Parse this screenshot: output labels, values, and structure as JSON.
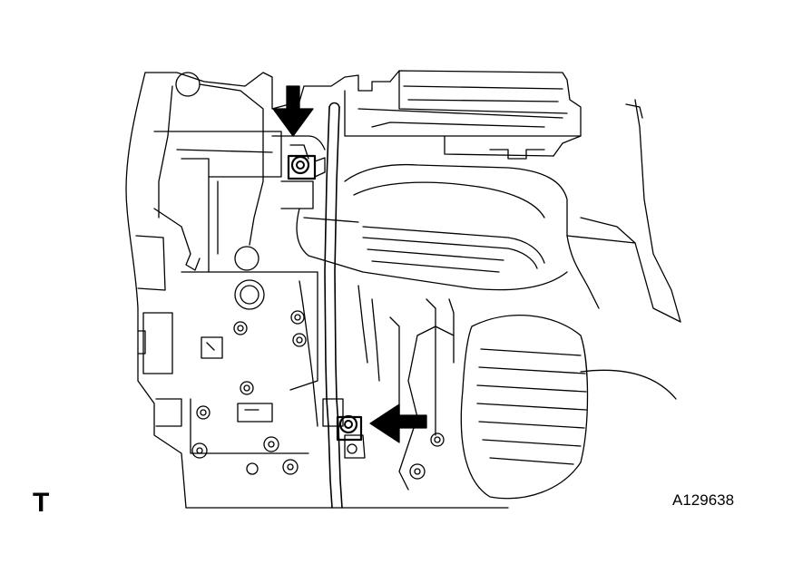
{
  "diagram": {
    "view_mark": "T",
    "figure_code": "A129638",
    "line_color": "#000000",
    "background_color": "#ffffff",
    "callouts": [
      {
        "name": "upper-bolt-arrow",
        "direction": "down"
      },
      {
        "name": "lower-bolt-arrow",
        "direction": "left"
      }
    ]
  }
}
